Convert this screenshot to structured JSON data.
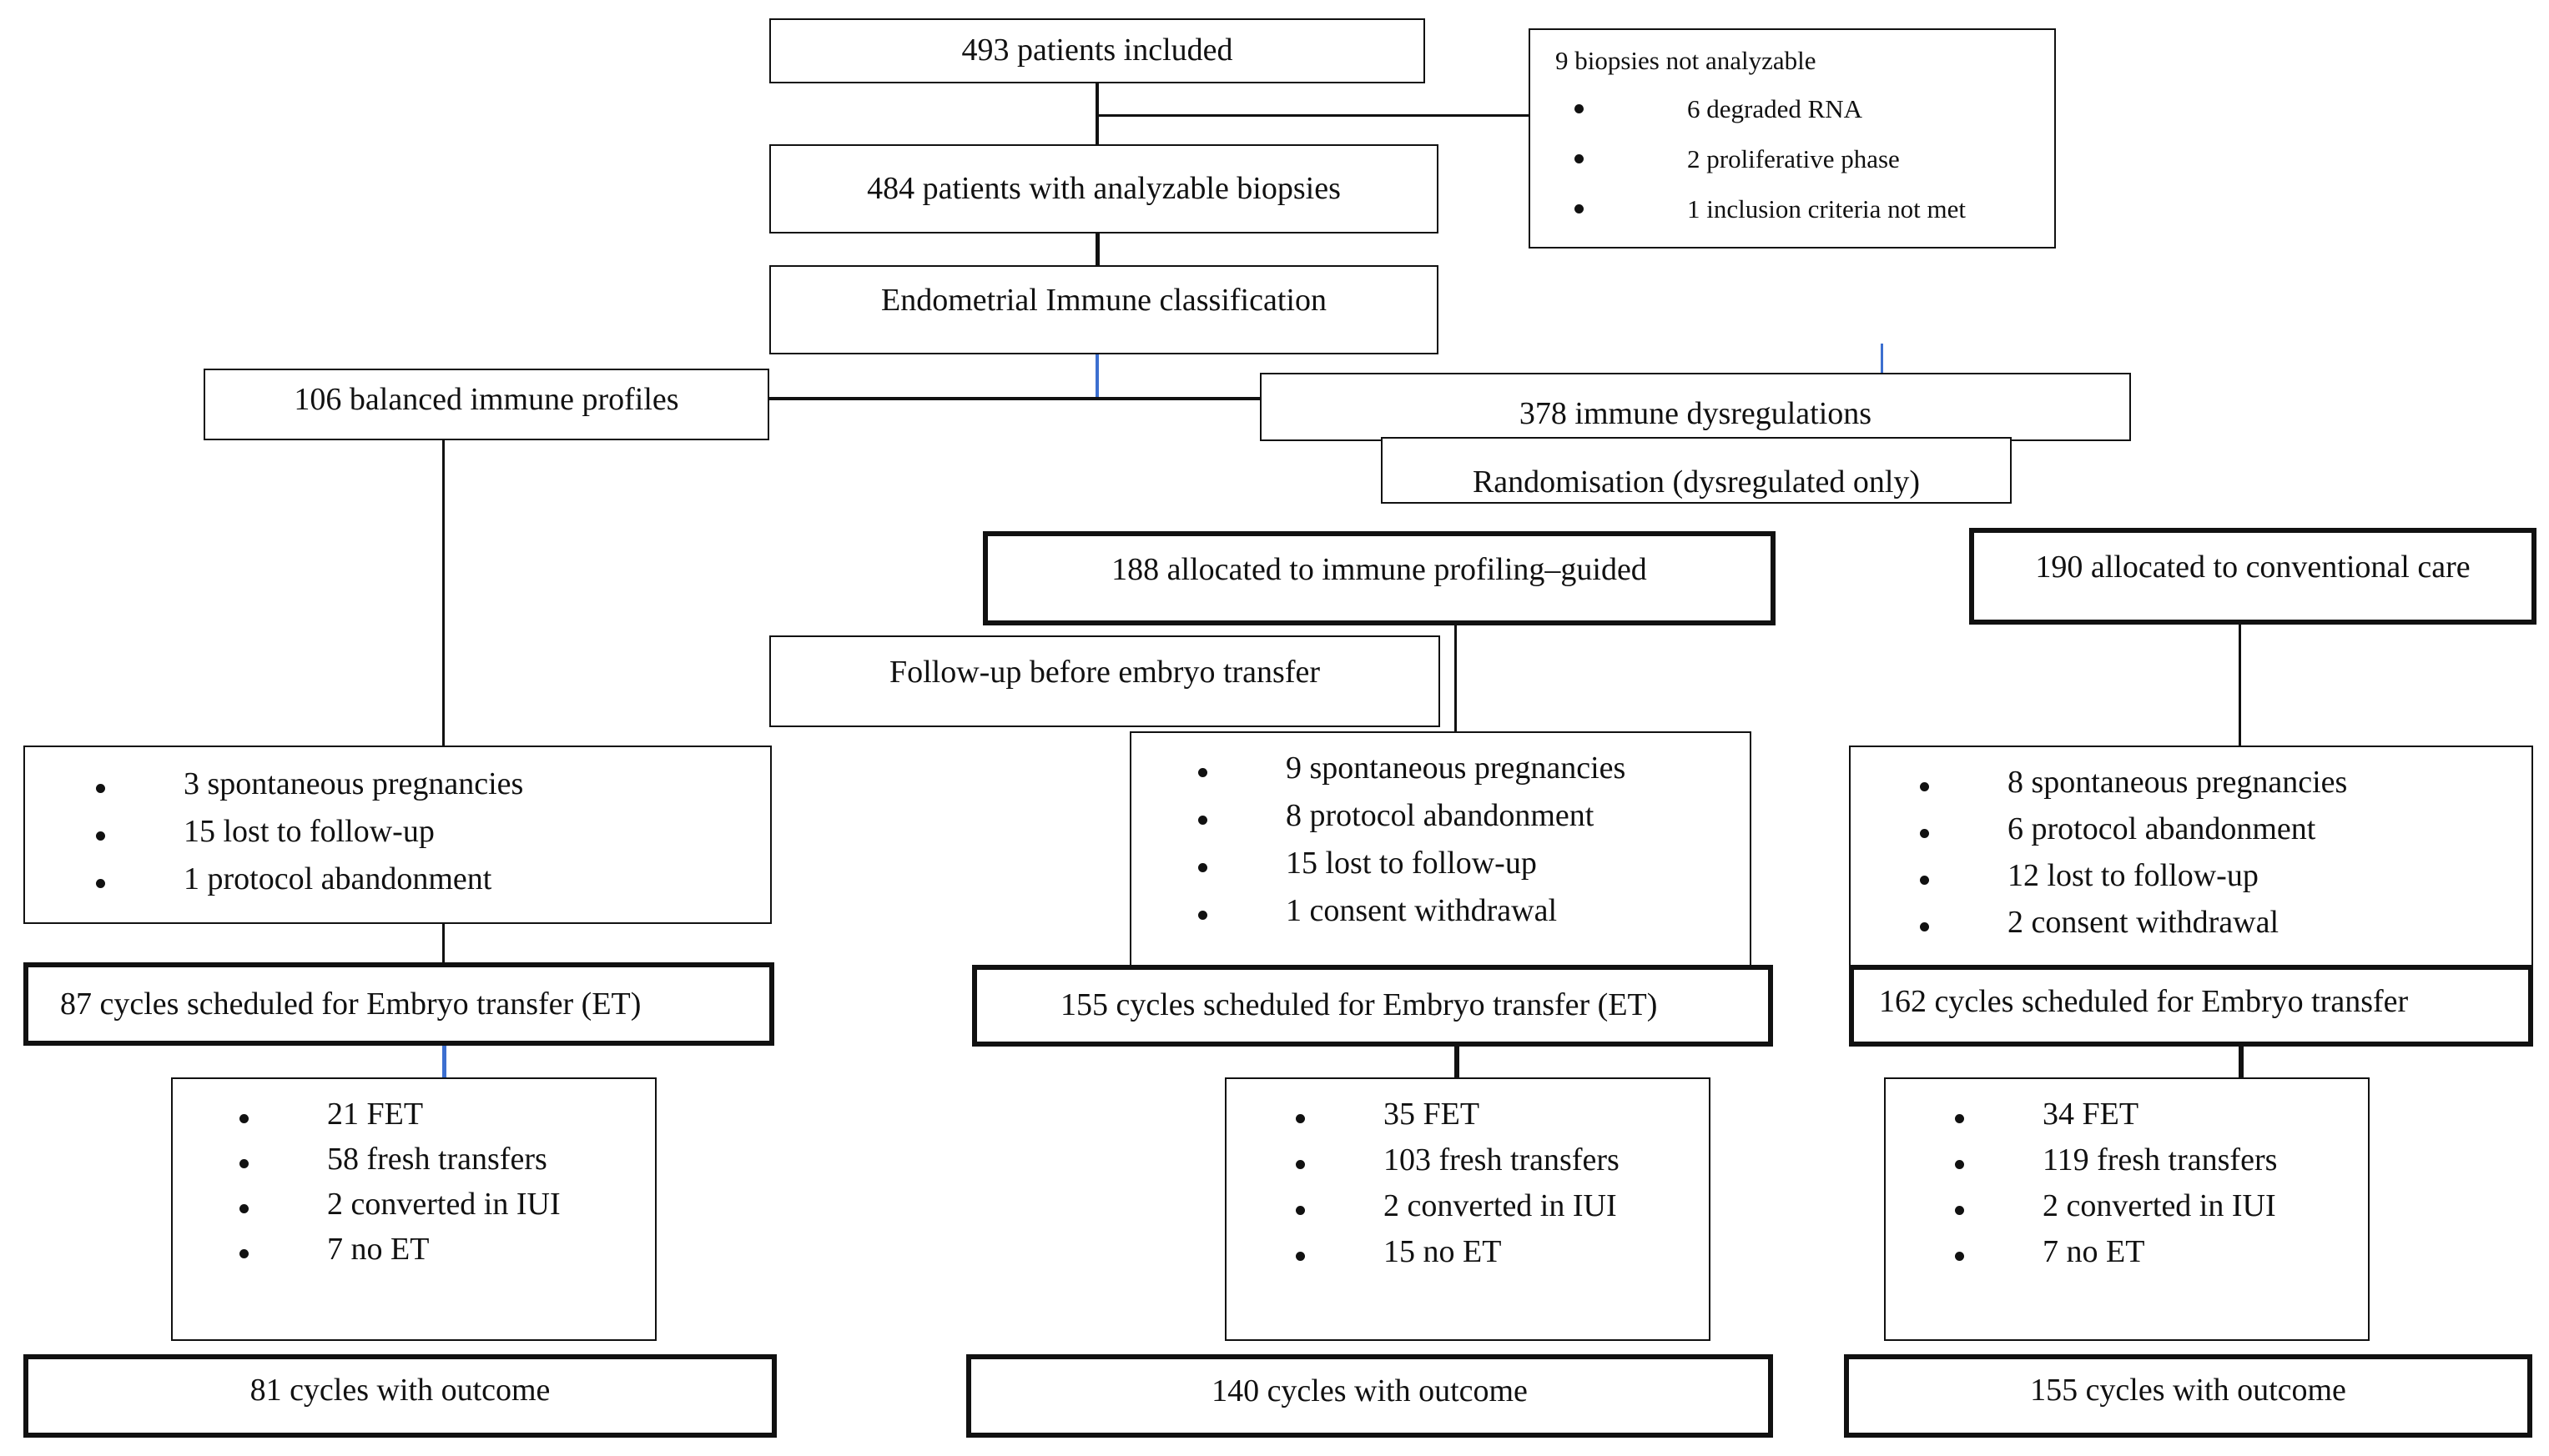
{
  "flowchart": {
    "enrolled": "493 patients included",
    "excluded": {
      "title": "9 biopsies not analyzable",
      "items": [
        "6 degraded RNA",
        "2 proliferative phase",
        "1 inclusion criteria not met"
      ]
    },
    "analyzable": "484  patients with analyzable biopsies",
    "classification": "Endometrial Immune classification",
    "balanced": "106 balanced immune profiles",
    "dysregulated": "378 immune dysregulations",
    "randomisation": "Randomisation  (dysregulated only)",
    "followup_label": "Follow-up before embryo transfer",
    "arms": {
      "balanced": {
        "losses": [
          "3 spontaneous pregnancies",
          "15 lost to follow-up",
          "1 protocol abandonment"
        ],
        "scheduled": "87 cycles scheduled for Embryo transfer (ET)",
        "transfers": [
          "21 FET",
          "58 fresh transfers",
          "2 converted in IUI",
          "7 no ET"
        ],
        "outcome": "81 cycles with outcome"
      },
      "guided": {
        "allocated": "188 allocated to immune profiling–guided",
        "losses": [
          "9 spontaneous pregnancies",
          "8 protocol abandonment",
          "15 lost to follow-up",
          "1 consent withdrawal"
        ],
        "scheduled": "155 cycles scheduled for Embryo transfer (ET)",
        "transfers": [
          "35 FET",
          "103 fresh transfers",
          "2 converted in IUI",
          "15 no ET"
        ],
        "outcome": "140 cycles with outcome"
      },
      "conventional": {
        "allocated": "190 allocated to conventional care",
        "losses": [
          "8 spontaneous pregnancies",
          "6 protocol abandonment",
          "12 lost to follow-up",
          "2 consent withdrawal"
        ],
        "scheduled": "162 cycles scheduled for Embryo transfer",
        "transfers": [
          "34 FET",
          "119 fresh transfers",
          "2 converted in IUI",
          "7 no ET"
        ],
        "outcome": "155 cycles with outcome"
      }
    },
    "colors": {
      "line": "#111111",
      "accent_line": "#3c6fd0",
      "border": "#111111"
    }
  }
}
